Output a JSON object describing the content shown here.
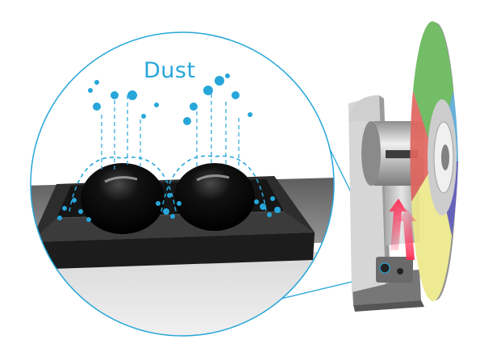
{
  "diagram": {
    "label": "Dust",
    "colors": {
      "accent": "#27a6d9",
      "housing": "#2a2a2a",
      "sphere": "#0e0e0e",
      "metal": "#b8b8b8",
      "wheel_green": "#67b85a",
      "wheel_blue": "#5aa9d6",
      "wheel_red": "#e0655f",
      "wheel_yellow": "#ece98a",
      "wheel_indigo": "#5a56b6",
      "arrow_red": "#e23a4e"
    },
    "icons": [
      "dust-particle",
      "light-beam-arrow",
      "color-wheel",
      "sensor-sphere"
    ]
  }
}
